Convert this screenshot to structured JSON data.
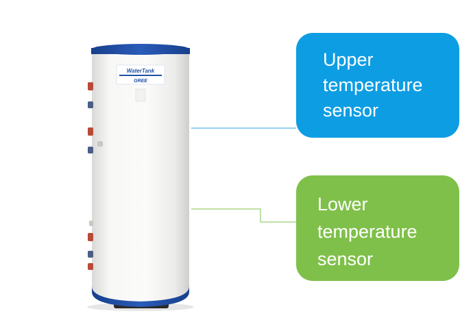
{
  "colors": {
    "upper_sensor": "#0d9de3",
    "lower_sensor": "#7fc04a",
    "tank_body": "#f4f4f2",
    "tank_trim": "#1f4fa6"
  },
  "tank": {
    "brand_logo_text": "WaterTank",
    "maker_logo_text": "GREE"
  },
  "labels": {
    "upper": [
      "Upper",
      "temperature",
      "sensor"
    ],
    "lower": [
      "Lower",
      "temperature",
      "sensor"
    ]
  }
}
